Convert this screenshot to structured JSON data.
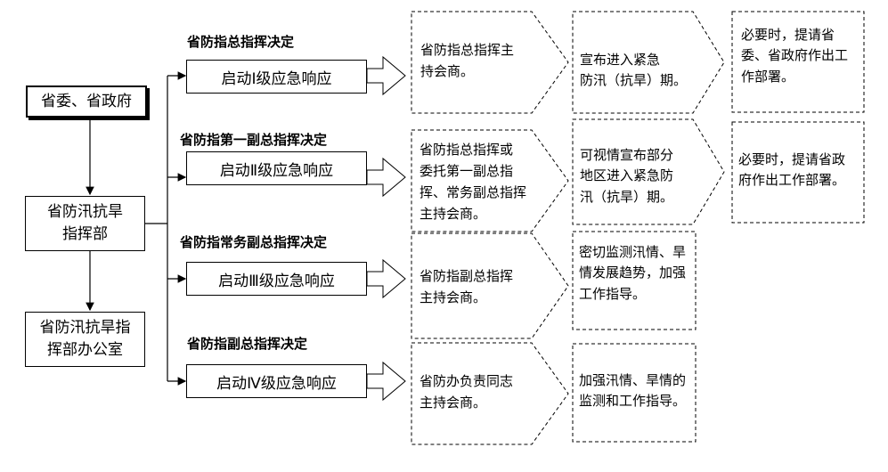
{
  "nodes": {
    "provincial_committee": "省委、省政府",
    "headquarters": "省防汛抗旱\n指挥部",
    "office": "省防汛抗旱指\n挥部办公室"
  },
  "levels": [
    {
      "decision": "省防指总指挥决定",
      "response": "启动Ⅰ级应急响应",
      "presider": "省防指总指挥主\n持会商。",
      "measure": "宣布进入紧急\n防汛（抗旱）期。",
      "extra": "必要时，提请省\n委、省政府作出工\n作部署。"
    },
    {
      "decision": "省防指第一副总指挥决定",
      "response": "启动Ⅱ级应急响应",
      "presider": "省防指总指挥或\n委托第一副总指\n挥、常务副总指挥\n主持会商。",
      "measure": "可视情宣布部分\n地区进入紧急防\n汛（抗旱）期。",
      "extra": "必要时，提请省政\n府作出工作部署。"
    },
    {
      "decision": "省防指常务副总指挥决定",
      "response": "启动Ⅲ级应急响应",
      "presider": "省防指副总指挥\n主持会商。",
      "measure": "密切监测汛情、旱\n情发展趋势，加强\n工作指导。"
    },
    {
      "decision": "省防指副总指挥决定",
      "response": "启动Ⅳ级应急响应",
      "presider": "省防办负责同志\n主持会商。",
      "measure": "加强汛情、旱情的\n监测和工作指导。"
    }
  ]
}
